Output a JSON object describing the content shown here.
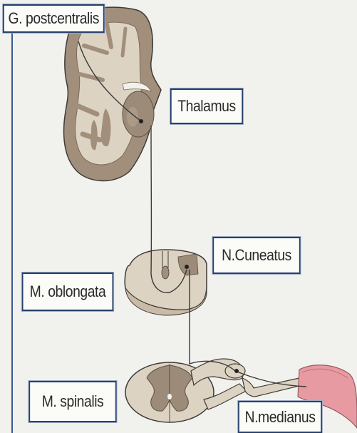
{
  "labels": {
    "gyrus": "G. postcentralis",
    "thalamus": "Thalamus",
    "cuneatus": "N.Cuneatus",
    "oblongata": "M. oblongata",
    "spinalis": "M. spinalis",
    "medianus": "N.medianus"
  },
  "colors": {
    "background": "#f1f1ee",
    "white_matter": "#ddd3c2",
    "grey_matter": "#9c8b78",
    "outline": "#3e3b36",
    "label_border": "#26416d",
    "frame_line": "#3c5a8c",
    "skin": "#e79aa1"
  }
}
